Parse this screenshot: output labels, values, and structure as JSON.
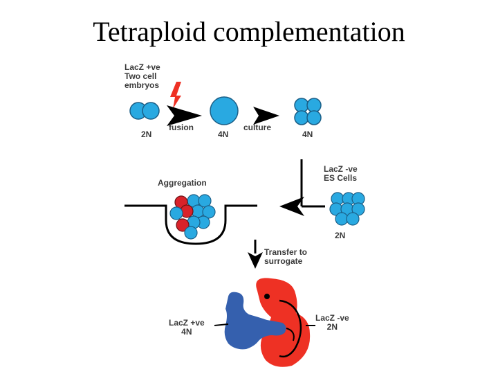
{
  "slide": {
    "title": "Tetraploid complementation"
  },
  "labels": {
    "lacz_pos_line1": "LacZ +ve",
    "lacz_pos_line2": "Two cell",
    "lacz_pos_line3": "embryos",
    "two_n_1": "2N",
    "fusion": "fusion",
    "four_n_1": "4N",
    "culture": "culture",
    "four_n_2": "4N",
    "lacz_neg_line1": "LacZ -ve",
    "lacz_neg_line2": "ES Cells",
    "aggregation": "Aggregation",
    "two_n_2": "2N",
    "transfer_line1": "Transfer to",
    "transfer_line2": "surrogate",
    "embryo_left_line1": "LacZ +ve",
    "embryo_left_line2": "4N",
    "embryo_right_line1": "LacZ -ve",
    "embryo_right_line2": "2N"
  },
  "colors": {
    "cell_blue": "#29a9e1",
    "cell_red": "#d9222a",
    "embryo_blue": "#3560ae",
    "embryo_red": "#ee3124",
    "line_black": "#000000"
  }
}
